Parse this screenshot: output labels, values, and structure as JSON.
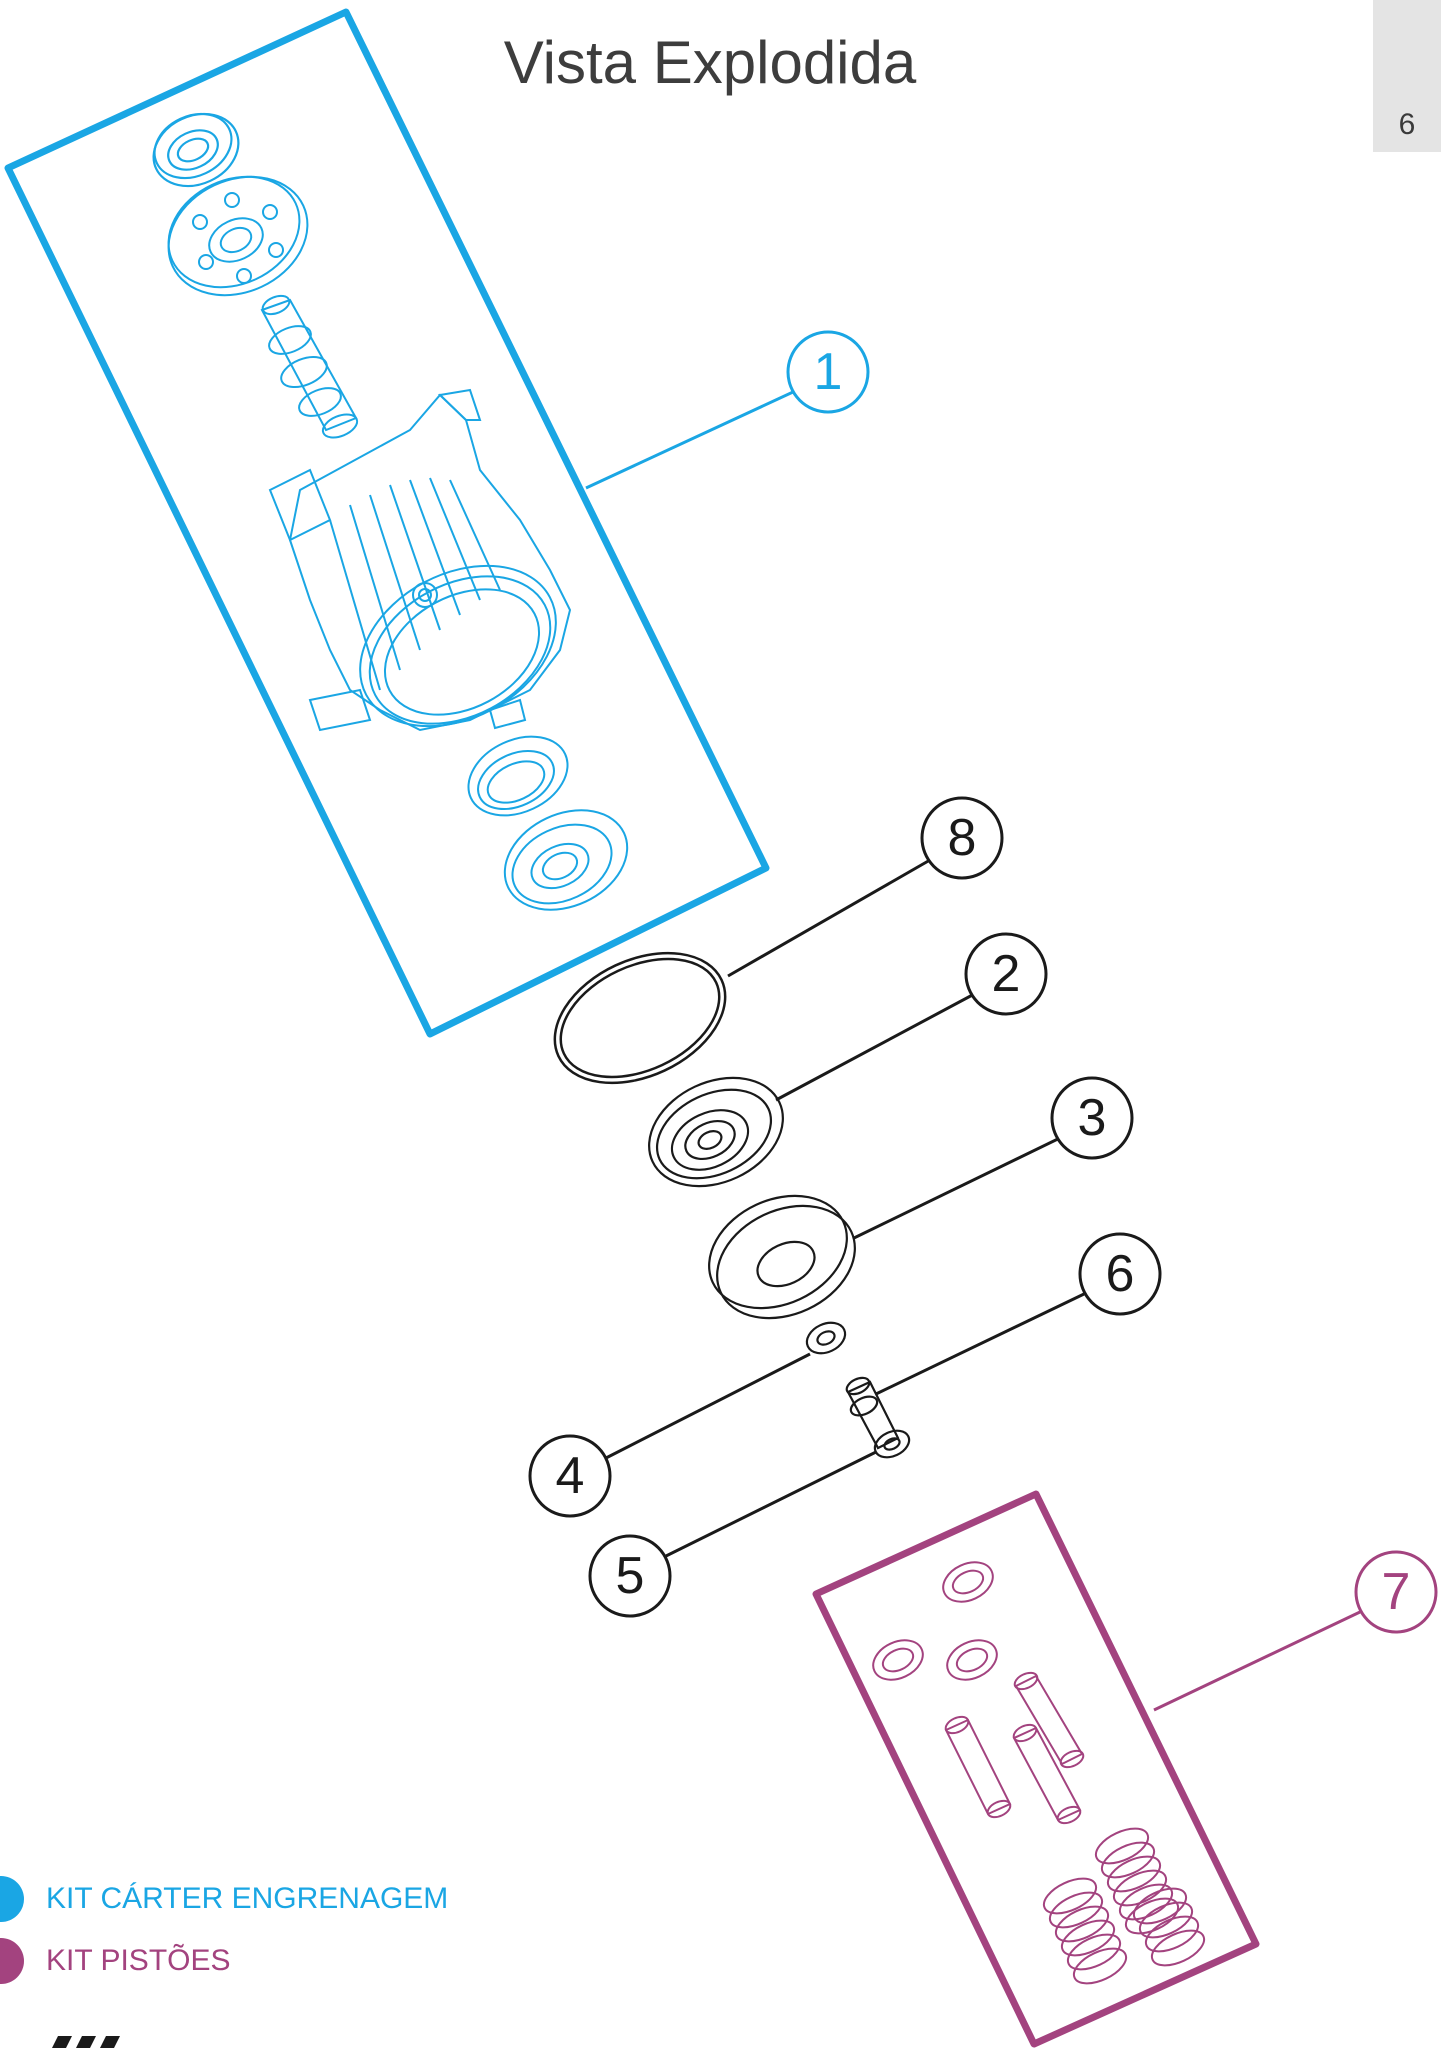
{
  "page": {
    "title": "Vista Explodida",
    "number": "6"
  },
  "colors": {
    "kit_carter": "#1aa6e4",
    "kit_pistoes": "#a3437f",
    "line": "#1a1a1a"
  },
  "callouts": [
    {
      "id": "1",
      "label": "1",
      "group": "kit_carter"
    },
    {
      "id": "2",
      "label": "2",
      "group": "none"
    },
    {
      "id": "3",
      "label": "3",
      "group": "none"
    },
    {
      "id": "4",
      "label": "4",
      "group": "none"
    },
    {
      "id": "5",
      "label": "5",
      "group": "none"
    },
    {
      "id": "6",
      "label": "6",
      "group": "none"
    },
    {
      "id": "7",
      "label": "7",
      "group": "kit_pistoes"
    },
    {
      "id": "8",
      "label": "8",
      "group": "none"
    }
  ],
  "legend": [
    {
      "label": "KIT CÁRTER ENGRENAGEM",
      "color": "#1aa6e4"
    },
    {
      "label": "KIT PISTÕES",
      "color": "#a3437f"
    }
  ]
}
